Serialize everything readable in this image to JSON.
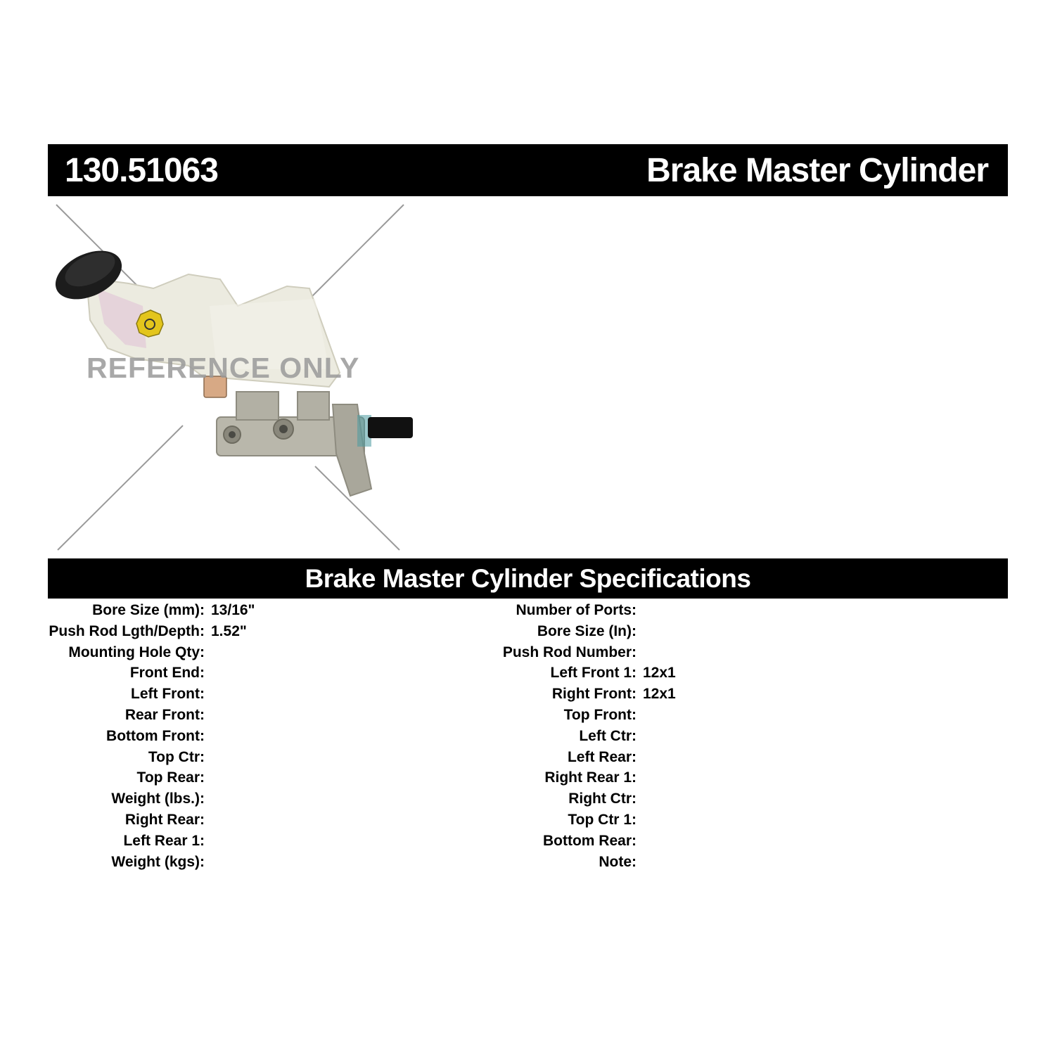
{
  "header": {
    "part_number": "130.51063",
    "product_type": "Brake Master Cylinder"
  },
  "figure": {
    "watermark": "REFERENCE ONLY"
  },
  "specs": {
    "title": "Brake Master Cylinder Specifications",
    "left": [
      {
        "label": "Bore Size (mm):",
        "value": "13/16\""
      },
      {
        "label": "Push Rod Lgth/Depth:",
        "value": "1.52\""
      },
      {
        "label": "Mounting Hole Qty:",
        "value": ""
      },
      {
        "label": "Front End:",
        "value": ""
      },
      {
        "label": "Left Front:",
        "value": ""
      },
      {
        "label": "Rear Front:",
        "value": ""
      },
      {
        "label": "Bottom Front:",
        "value": ""
      },
      {
        "label": "Top Ctr:",
        "value": ""
      },
      {
        "label": "Top Rear:",
        "value": ""
      },
      {
        "label": "Weight (lbs.):",
        "value": ""
      },
      {
        "label": "Right Rear:",
        "value": ""
      },
      {
        "label": "Left Rear 1:",
        "value": ""
      },
      {
        "label": "Weight (kgs):",
        "value": ""
      }
    ],
    "right": [
      {
        "label": "Number of Ports:",
        "value": ""
      },
      {
        "label": "Bore Size (In):",
        "value": ""
      },
      {
        "label": "Push Rod Number:",
        "value": ""
      },
      {
        "label": "Left Front 1:",
        "value": "12x1"
      },
      {
        "label": "Right Front:",
        "value": "12x1"
      },
      {
        "label": "Top Front:",
        "value": ""
      },
      {
        "label": "Left Ctr:",
        "value": ""
      },
      {
        "label": "Left Rear:",
        "value": ""
      },
      {
        "label": "Right Rear 1:",
        "value": ""
      },
      {
        "label": "Right Ctr:",
        "value": ""
      },
      {
        "label": "Top Ctr 1:",
        "value": ""
      },
      {
        "label": "Bottom Rear:",
        "value": ""
      },
      {
        "label": "Note:",
        "value": ""
      }
    ]
  }
}
